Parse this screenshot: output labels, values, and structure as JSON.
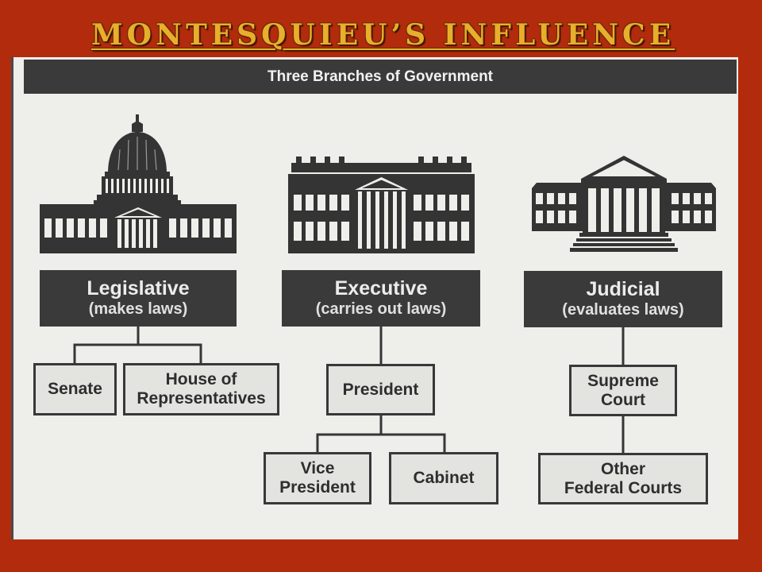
{
  "slide": {
    "title": "MONTESQUIEU’S INFLUENCE"
  },
  "colors": {
    "background": "#b22b0d",
    "title": "#e8ae2c",
    "panel": "#eeeeeb",
    "dark_box": "#3a3a3a",
    "light_box": "#e3e3e0",
    "ink": "#2e2e2e"
  },
  "diagram": {
    "title": "Three Branches of Government",
    "branches": [
      {
        "name": "Legislative",
        "role": "(makes laws)",
        "icon": "capitol-building-icon",
        "children": [
          {
            "lines": [
              "Senate"
            ]
          },
          {
            "lines": [
              "House of",
              "Representatives"
            ]
          }
        ]
      },
      {
        "name": "Executive",
        "role": "(carries out laws)",
        "icon": "white-house-icon",
        "children": [
          {
            "lines": [
              "President"
            ],
            "children": [
              {
                "lines": [
                  "Vice",
                  "President"
                ]
              },
              {
                "lines": [
                  "Cabinet"
                ]
              }
            ]
          }
        ]
      },
      {
        "name": "Judicial",
        "role": "(evaluates laws)",
        "icon": "supreme-court-icon",
        "children": [
          {
            "lines": [
              "Supreme",
              "Court"
            ],
            "children": [
              {
                "lines": [
                  "Other",
                  "Federal Courts"
                ]
              }
            ]
          }
        ]
      }
    ]
  }
}
